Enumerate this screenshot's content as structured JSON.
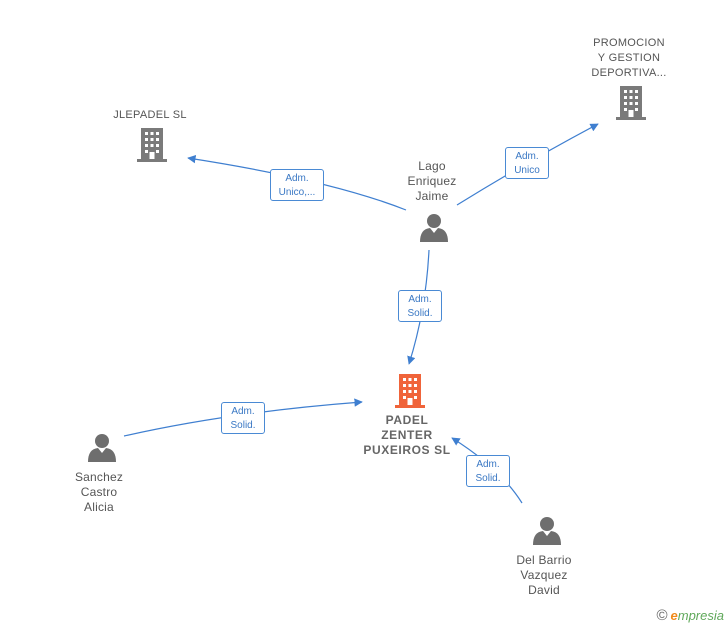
{
  "nodes": {
    "lago": {
      "lines": [
        "Lago",
        "Enriquez",
        "Jaime"
      ]
    },
    "jlepadel": {
      "lines": [
        "JLEPADEL  SL"
      ]
    },
    "promocion": {
      "lines": [
        "PROMOCION",
        "Y GESTION",
        "DEPORTIVA..."
      ]
    },
    "padel": {
      "lines": [
        "PADEL",
        "ZENTER",
        "PUXEIROS  SL"
      ]
    },
    "sanchez": {
      "lines": [
        "Sanchez",
        "Castro",
        "Alicia"
      ]
    },
    "delbarrio": {
      "lines": [
        "Del Barrio",
        "Vazquez",
        "David"
      ]
    }
  },
  "edges": {
    "lago_jlepadel": {
      "lines": [
        "Adm.",
        "Unico,..."
      ]
    },
    "lago_promocion": {
      "lines": [
        "Adm.",
        "Unico"
      ]
    },
    "lago_padel": {
      "lines": [
        "Adm.",
        "Solid."
      ]
    },
    "sanchez_padel": {
      "lines": [
        "Adm.",
        "Solid."
      ]
    },
    "delbarrio_padel": {
      "lines": [
        "Adm.",
        "Solid."
      ]
    }
  },
  "colors": {
    "edge": "#3f7fd0",
    "building": "#7a7a7a",
    "focus_building": "#f0643a",
    "person": "#6e6e6e"
  },
  "watermark": {
    "copyright": "©",
    "brand_initial": "e",
    "brand_rest": "mpresia"
  }
}
